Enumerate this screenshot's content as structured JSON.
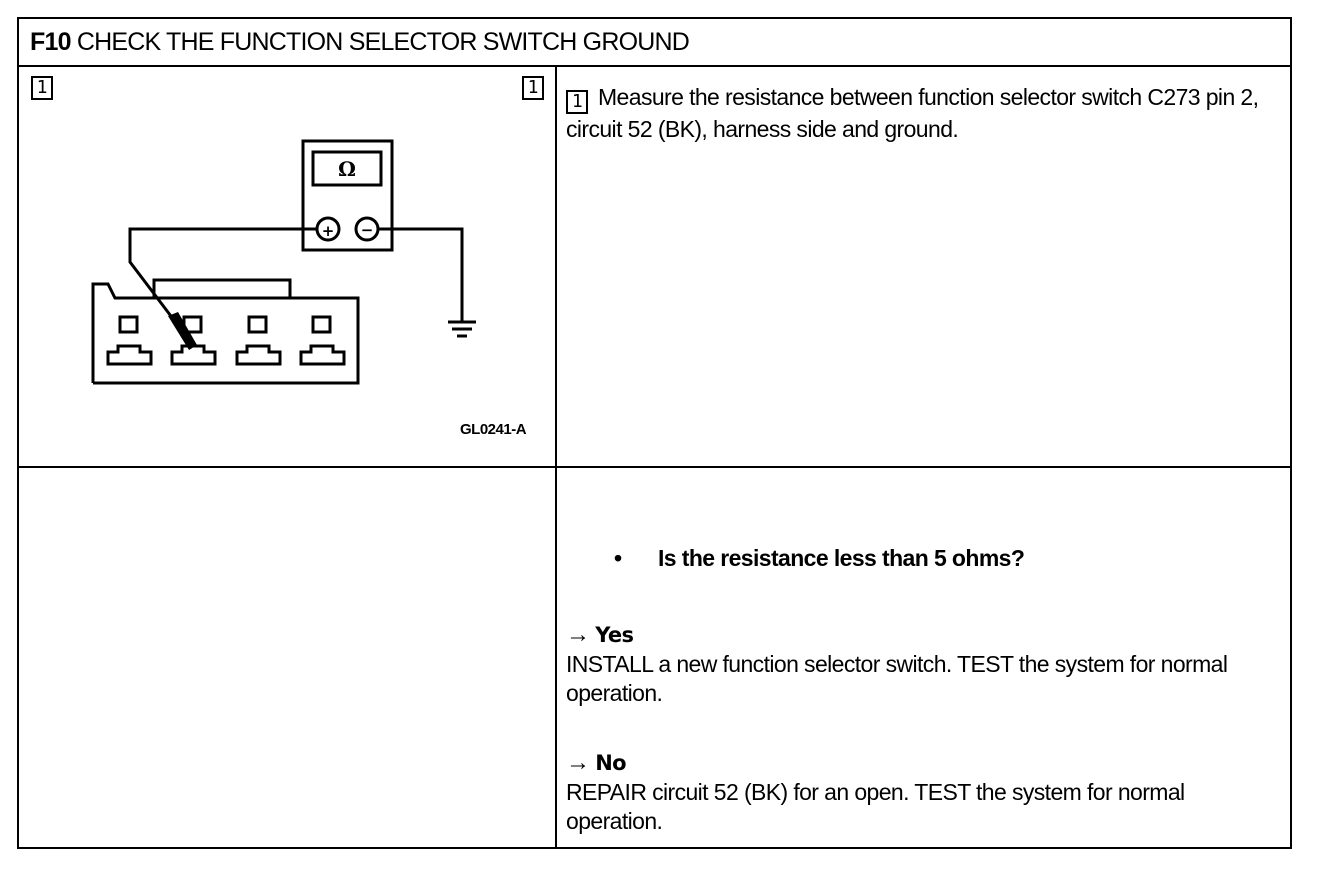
{
  "header": {
    "step_code": "F10",
    "title": "CHECK THE FUNCTION SELECTOR SWITCH GROUND"
  },
  "figure": {
    "step_marker_left": "1",
    "step_marker_right": "1",
    "meter_symbol": "Ω",
    "positive_terminal": "+",
    "negative_terminal": "−",
    "figure_id": "GL0241-A"
  },
  "instruction": {
    "step_marker": "1",
    "text": "Measure the resistance between function selector switch C273 pin 2, circuit 52 (BK), harness side and ground."
  },
  "question": {
    "bullet": "•",
    "text": "Is the resistance less than 5 ohms?"
  },
  "answers": [
    {
      "arrow": "→",
      "label": "Yes",
      "text": "INSTALL a new function selector switch. TEST the system for normal operation."
    },
    {
      "arrow": "→",
      "label": "No",
      "text": "REPAIR circuit 52 (BK) for an open. TEST the system for normal operation."
    }
  ]
}
